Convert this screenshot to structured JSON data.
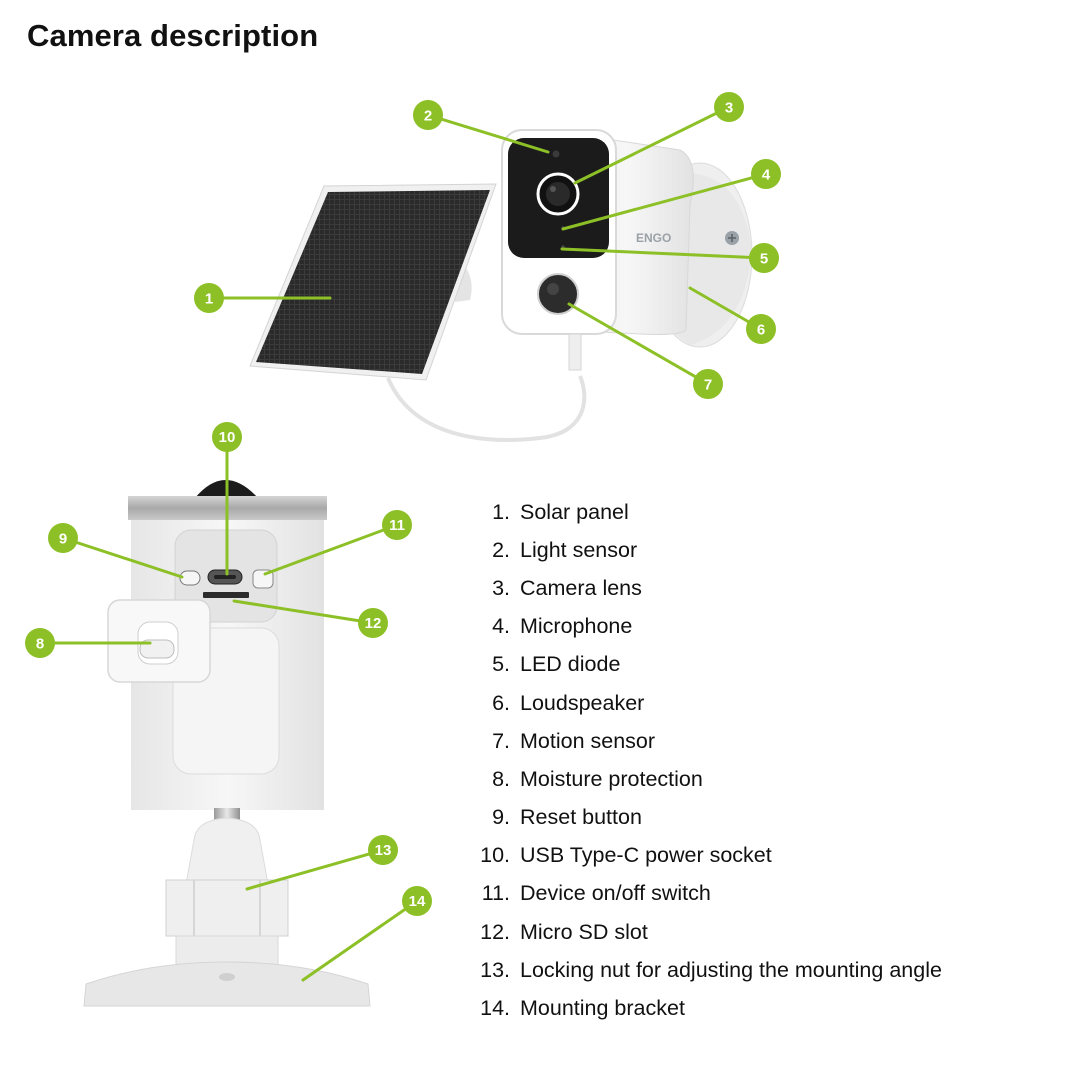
{
  "title": "Camera description",
  "accent_color": "#8cc026",
  "brand_label": "ENGO",
  "legend": [
    {
      "num": "1.",
      "label": "Solar panel"
    },
    {
      "num": "2.",
      "label": "Light sensor"
    },
    {
      "num": "3.",
      "label": "Camera lens"
    },
    {
      "num": "4.",
      "label": "Microphone"
    },
    {
      "num": "5.",
      "label": "LED diode"
    },
    {
      "num": "6.",
      "label": "Loudspeaker"
    },
    {
      "num": "7.",
      "label": "Motion sensor"
    },
    {
      "num": "8.",
      "label": "Moisture protection"
    },
    {
      "num": "9.",
      "label": "Reset button"
    },
    {
      "num": "10.",
      "label": "USB Type-C power socket"
    },
    {
      "num": "11.",
      "label": "Device on/off switch"
    },
    {
      "num": "12.",
      "label": "Micro SD slot"
    },
    {
      "num": "13.",
      "label": "Locking nut for adjusting the mounting angle"
    },
    {
      "num": "14.",
      "label": "Mounting bracket"
    }
  ],
  "callouts": [
    "1",
    "2",
    "3",
    "4",
    "5",
    "6",
    "7",
    "8",
    "9",
    "10",
    "11",
    "12",
    "13",
    "14"
  ]
}
